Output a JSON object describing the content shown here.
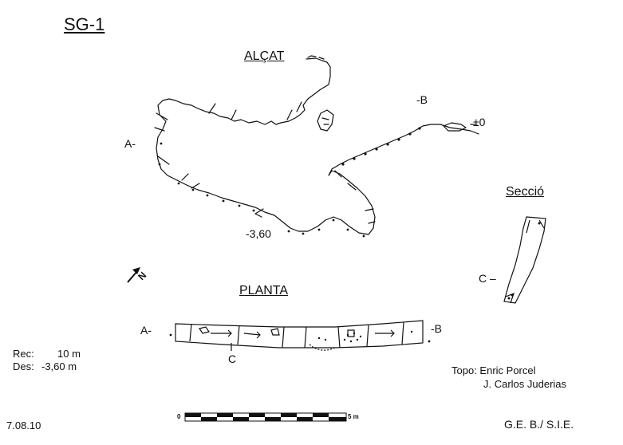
{
  "title": "SG-1",
  "elevation": {
    "heading": "ALÇAT",
    "label_a": "A-",
    "label_b": "-B",
    "datum": "±0",
    "depth": "-3,60"
  },
  "section": {
    "heading": "Secció",
    "label_c": "C –"
  },
  "plan": {
    "heading": "PLANTA",
    "label_a": "A-",
    "label_b": "-B",
    "label_c": "C"
  },
  "north_label": "N",
  "stats": {
    "rec_label": "Rec:",
    "rec_value": "10 m",
    "des_label": "Des:",
    "des_value": "-3,60 m"
  },
  "credits": {
    "line1": "Topo: Enric Porcel",
    "line2": "J. Carlos Juderias"
  },
  "date": "7.08.10",
  "scale": {
    "start": "0",
    "end": "5 m"
  },
  "organization": "G.E. B./ S.I.E.",
  "colors": {
    "ink": "#111111",
    "background": "#ffffff"
  }
}
